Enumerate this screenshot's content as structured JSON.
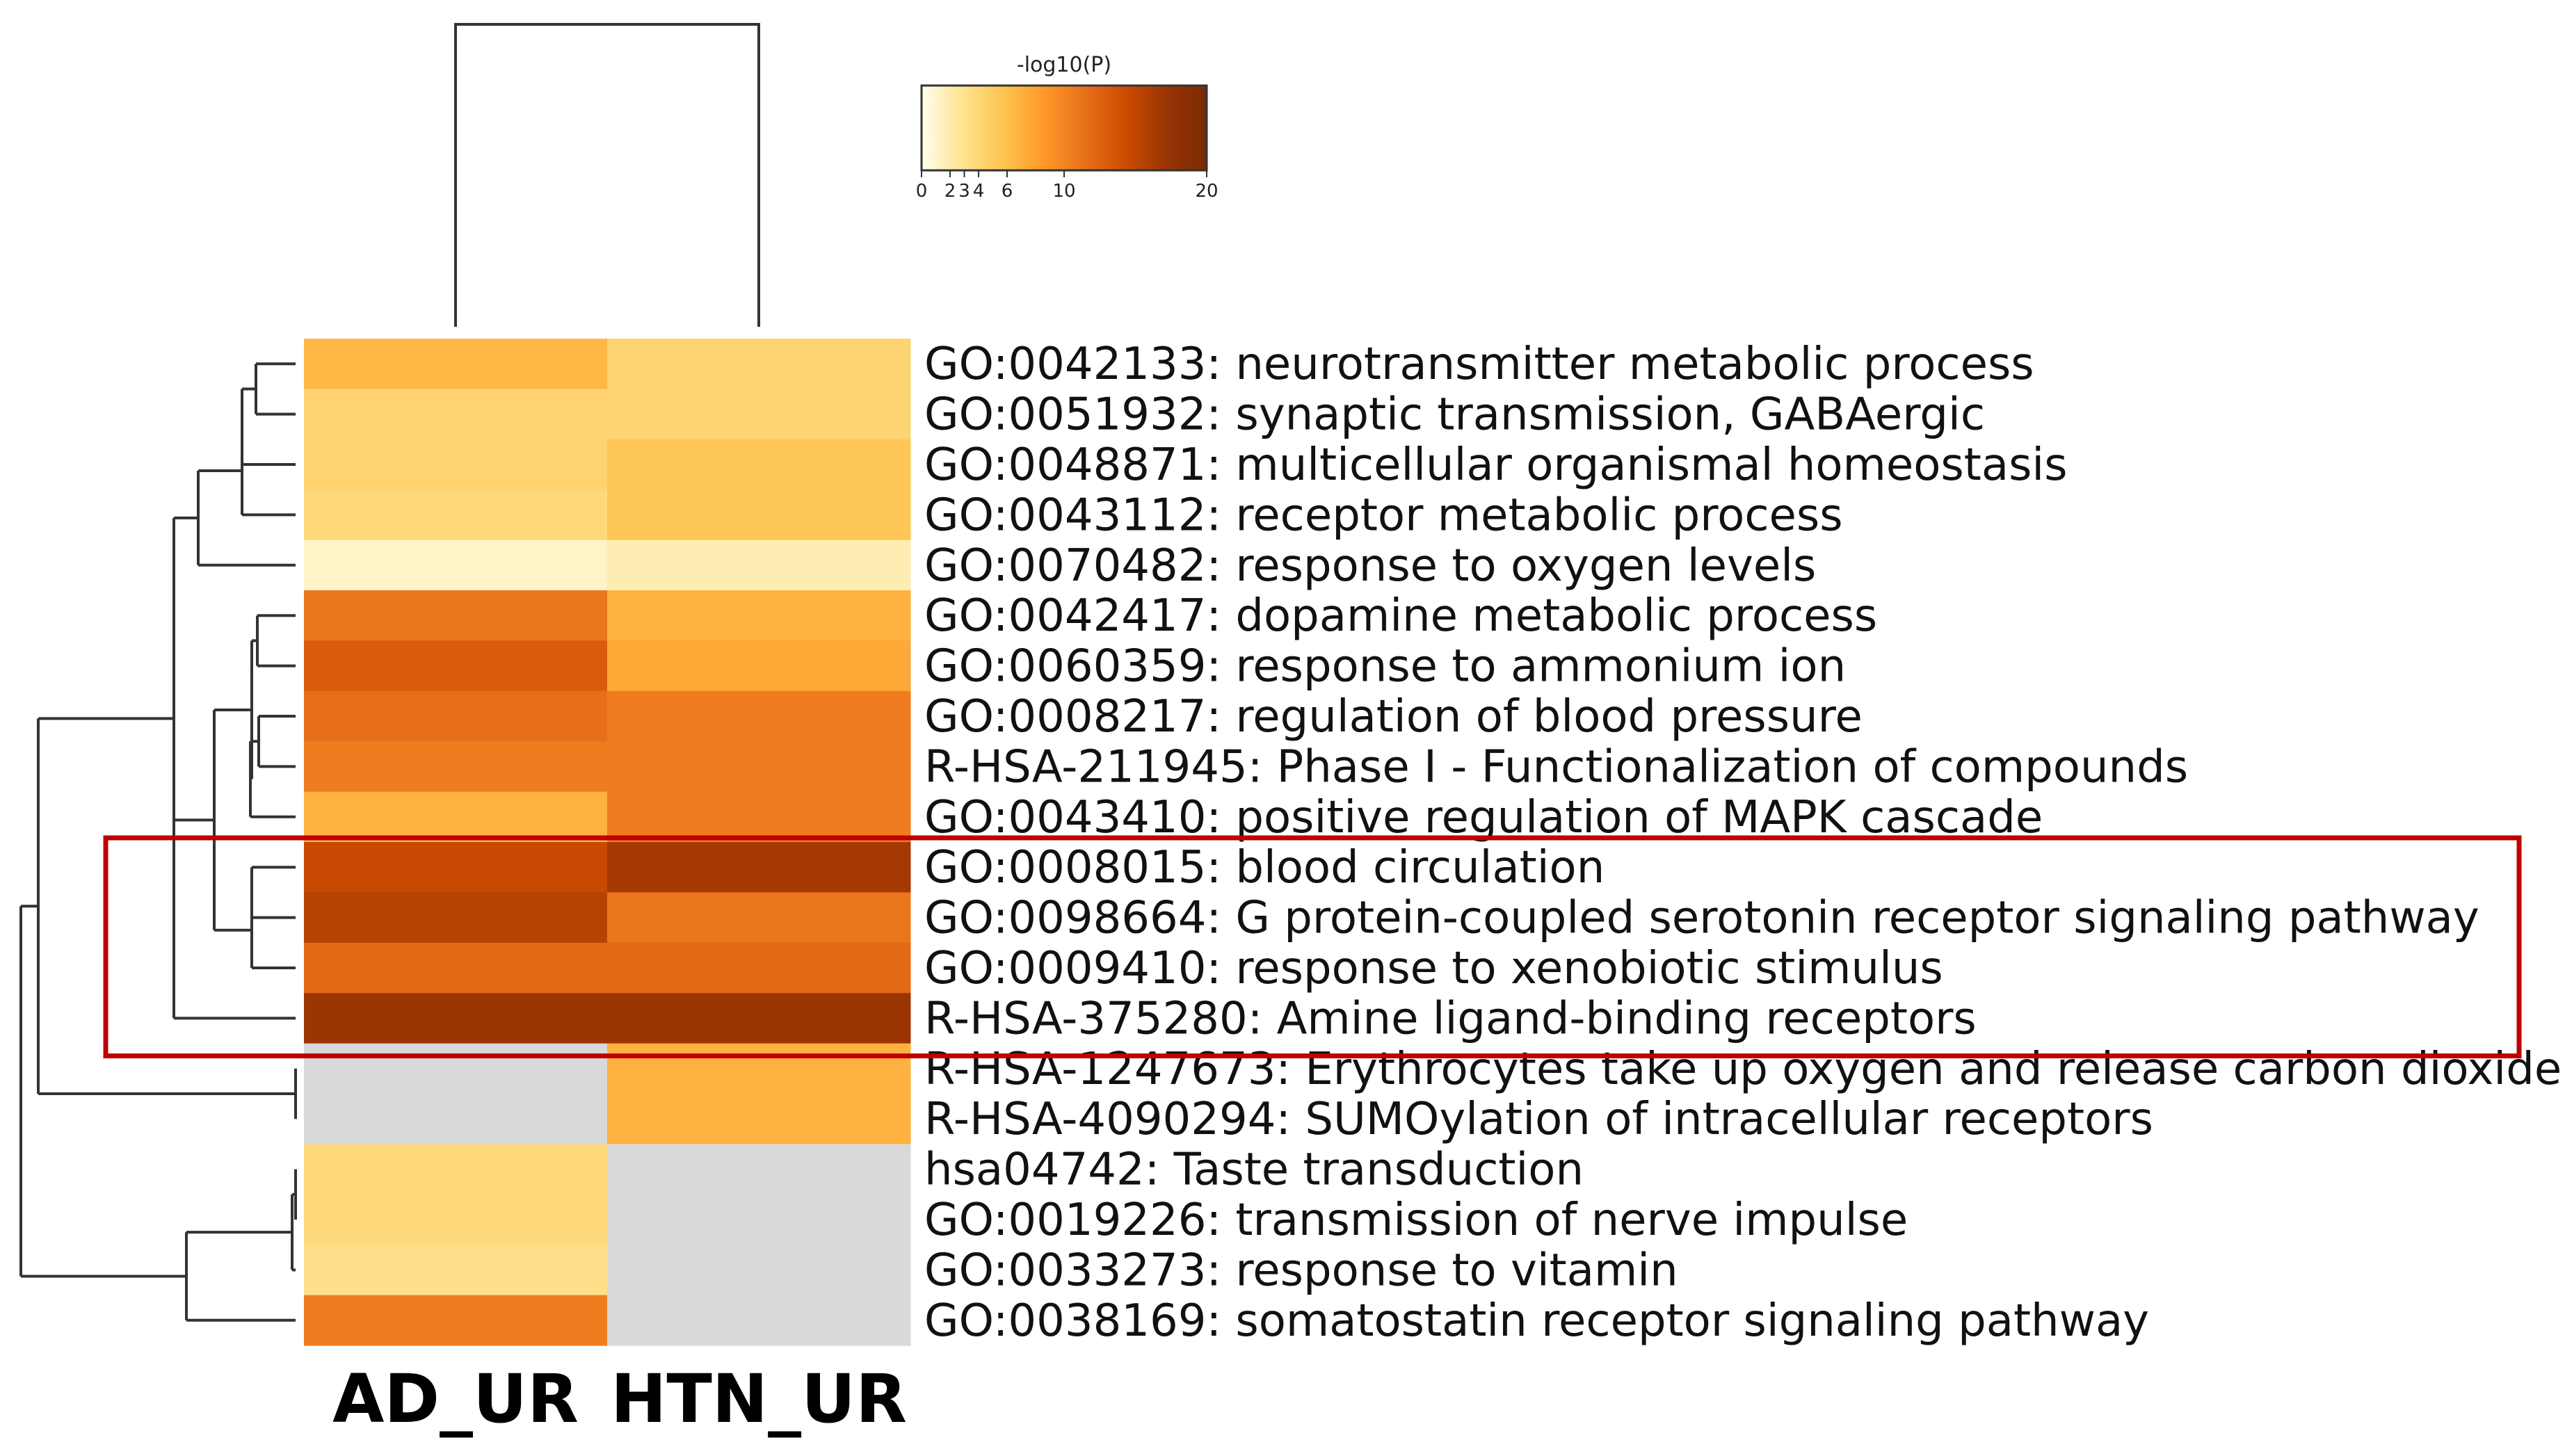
{
  "chart_data": {
    "type": "heatmap",
    "title": "",
    "columns": [
      "AD_UR",
      "HTN_UR"
    ],
    "rows": [
      {
        "label": "GO:0042133: neurotransmitter metabolic process",
        "values": [
          6.5,
          4.2
        ]
      },
      {
        "label": "GO:0051932: synaptic transmission, GABAergic",
        "values": [
          4.3,
          4.2
        ]
      },
      {
        "label": "GO:0048871: multicellular organismal homeostasis",
        "values": [
          4.3,
          5.5
        ]
      },
      {
        "label": "GO:0043112: receptor metabolic process",
        "values": [
          3.8,
          5.5
        ]
      },
      {
        "label": "GO:0070482: response to oxygen levels",
        "values": [
          1.2,
          1.8
        ]
      },
      {
        "label": "GO:0042417: dopamine metabolic process",
        "values": [
          11,
          7
        ]
      },
      {
        "label": "GO:0060359: response to ammonium ion",
        "values": [
          13,
          7.5
        ]
      },
      {
        "label": "GO:0008217: regulation of blood pressure",
        "values": [
          11.5,
          10.5
        ]
      },
      {
        "label": "R-HSA-211945: Phase I - Functionalization of compounds",
        "values": [
          10.5,
          10.5
        ]
      },
      {
        "label": "GO:0043410: positive regulation of MAPK cascade",
        "values": [
          7,
          10.5
        ]
      },
      {
        "label": "GO:0008015: blood circulation",
        "values": [
          14.5,
          16.5
        ]
      },
      {
        "label": "GO:0098664: G protein-coupled serotonin receptor signaling pathway",
        "values": [
          15.5,
          11
        ]
      },
      {
        "label": "GO:0009410: response to xenobiotic stimulus",
        "values": [
          12,
          12
        ]
      },
      {
        "label": "R-HSA-375280: Amine ligand-binding receptors",
        "values": [
          17,
          17
        ]
      },
      {
        "label": "R-HSA-1247673: Erythrocytes take up oxygen and release carbon dioxide",
        "values": [
          null,
          7
        ]
      },
      {
        "label": "R-HSA-4090294: SUMOylation of intracellular receptors",
        "values": [
          null,
          7
        ]
      },
      {
        "label": "hsa04742: Taste transduction",
        "values": [
          3.8,
          null
        ]
      },
      {
        "label": "GO:0019226: transmission of nerve impulse",
        "values": [
          3.8,
          null
        ]
      },
      {
        "label": "GO:0033273: response to vitamin",
        "values": [
          3.2,
          null
        ]
      },
      {
        "label": "GO:0038169: somatostatin receptor signaling pathway",
        "values": [
          10.5,
          null
        ]
      }
    ],
    "colorbar": {
      "title": "-log10(P)",
      "ticks": [
        0,
        2,
        3,
        4,
        6,
        10,
        20
      ],
      "range": [
        0,
        20
      ],
      "colors": [
        "#ffffee",
        "#fee391",
        "#fec44f",
        "#fe9929",
        "#e8701a",
        "#cc4c02",
        "#993404",
        "#7a2a04"
      ]
    },
    "missing_color": "#d9d9d9",
    "highlight_rows": [
      10,
      13
    ],
    "highlight_color": "#c00000"
  }
}
